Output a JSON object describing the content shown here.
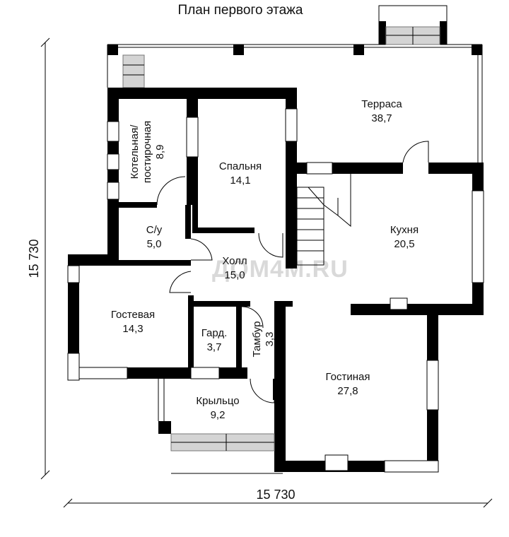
{
  "title": "План первого этажа",
  "watermark": "ДОМ4М.RU",
  "dimensions": {
    "horizontal": "15 730",
    "vertical": "15 730"
  },
  "rooms": {
    "terrace": {
      "name": "Терраса",
      "area": "38,7"
    },
    "boiler_line1": "Котельная/",
    "boiler_line2": "постирочная",
    "boiler_area": "8,9",
    "bedroom": {
      "name": "Спальня",
      "area": "14,1"
    },
    "bathroom": {
      "name": "С/у",
      "area": "5,0"
    },
    "hall": {
      "name": "Холл",
      "area": "15,0"
    },
    "kitchen": {
      "name": "Кухня",
      "area": "20,5"
    },
    "guest": {
      "name": "Гостевая",
      "area": "14,3"
    },
    "wardrobe": {
      "name": "Гард.",
      "area": "3,7"
    },
    "vestibule": {
      "name": "Тамбур",
      "area": "3,3"
    },
    "living": {
      "name": "Гостиная",
      "area": "27,8"
    },
    "porch": {
      "name": "Крыльцо",
      "area": "9,2"
    }
  }
}
